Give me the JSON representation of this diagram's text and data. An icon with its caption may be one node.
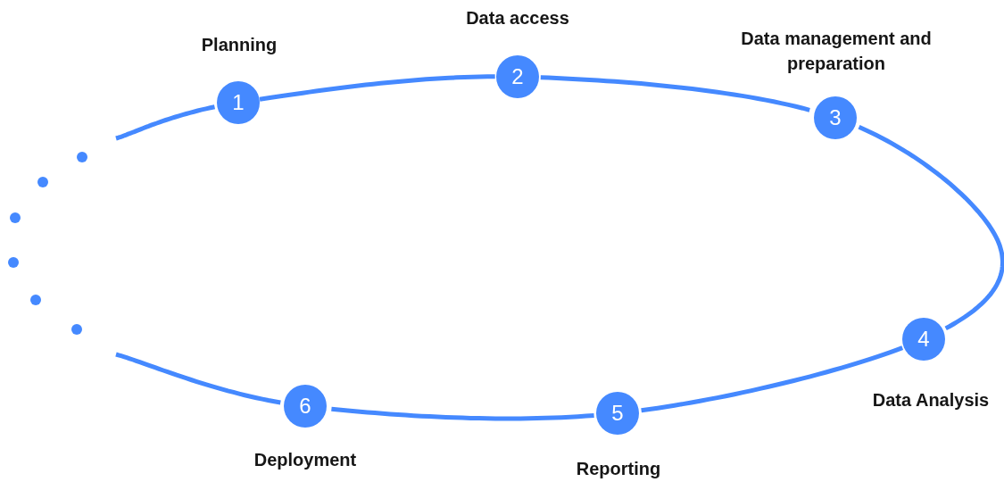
{
  "diagram": {
    "nodes": [
      {
        "text": [
          "1"
        ],
        "beside": [
          "Planning"
        ]
      },
      {
        "text": [
          "2"
        ],
        "beside": [
          "Data access"
        ]
      },
      {
        "text": [
          "3"
        ],
        "beside": [
          "Data management and preparation"
        ]
      },
      {
        "text": [
          "4"
        ],
        "beside": [
          "Data Analysis"
        ]
      },
      {
        "text": [
          "5"
        ],
        "beside": [
          "Reporting"
        ]
      },
      {
        "text": [
          "6"
        ],
        "beside": [
          "Deployment"
        ]
      }
    ],
    "edges": [
      {
        "from": null,
        "to": 0,
        "arrow": "none"
      },
      {
        "from": 0,
        "to": 1,
        "arrow": "none"
      },
      {
        "from": 1,
        "to": 2,
        "arrow": "none"
      },
      {
        "from": 2,
        "to": 3,
        "arrow": "none"
      },
      {
        "from": 3,
        "to": 4,
        "arrow": "none"
      },
      {
        "from": 4,
        "to": 5,
        "arrow": "none"
      },
      {
        "from": 5,
        "to": null,
        "arrow": "none"
      }
    ]
  }
}
